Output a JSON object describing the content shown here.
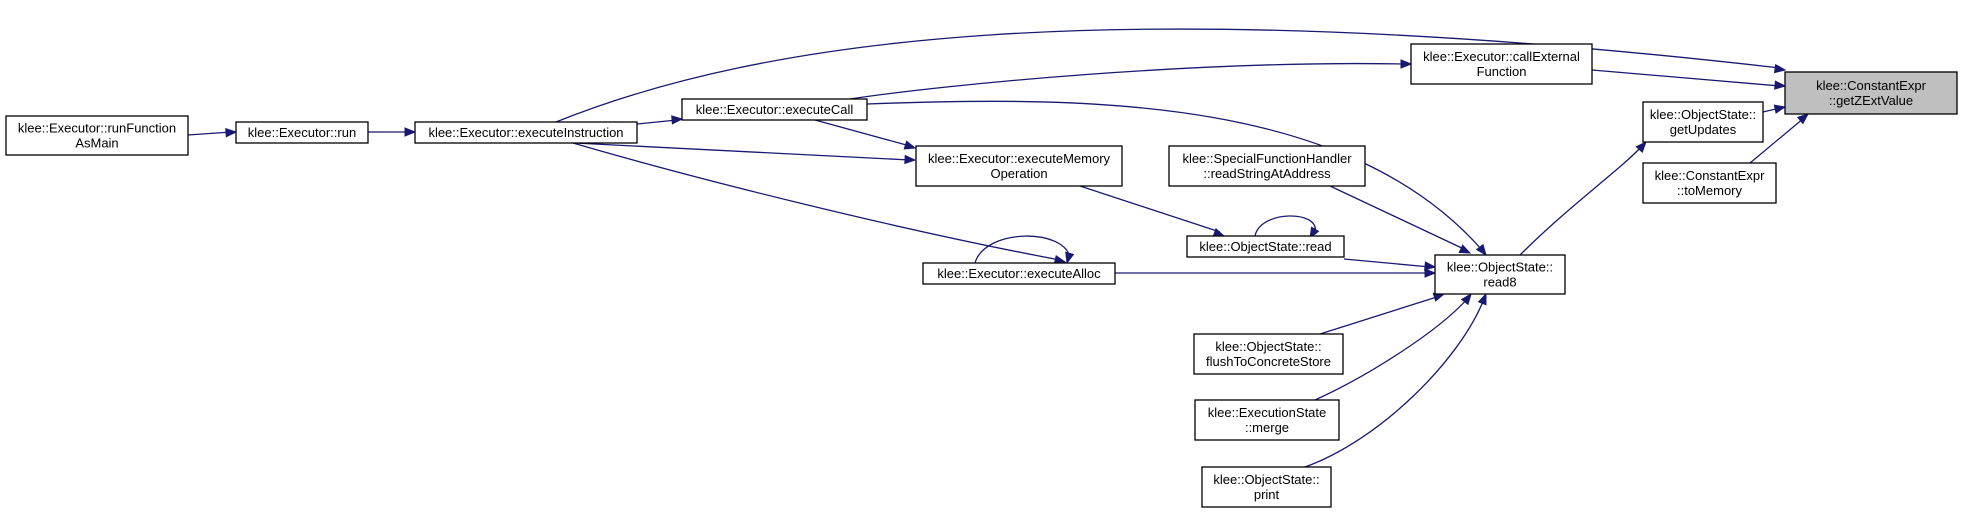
{
  "nodes": [
    {
      "id": "root",
      "lines": [
        "klee::ConstantExpr",
        "::getZExtValue"
      ],
      "root": true
    },
    {
      "id": "callExt",
      "lines": [
        "klee::Executor::callExternal",
        "Function"
      ]
    },
    {
      "id": "getUpdates",
      "lines": [
        "klee::ObjectState::",
        "getUpdates"
      ]
    },
    {
      "id": "toMemory",
      "lines": [
        "klee::ConstantExpr",
        "::toMemory"
      ]
    },
    {
      "id": "execCall",
      "lines": [
        "klee::Executor::executeCall"
      ]
    },
    {
      "id": "execInstr",
      "lines": [
        "klee::Executor::executeInstruction"
      ]
    },
    {
      "id": "run",
      "lines": [
        "klee::Executor::run"
      ]
    },
    {
      "id": "runMain",
      "lines": [
        "klee::Executor::runFunction",
        "AsMain"
      ]
    },
    {
      "id": "read8",
      "lines": [
        "klee::ObjectState::",
        "read8"
      ]
    },
    {
      "id": "execMem",
      "lines": [
        "klee::Executor::executeMemory",
        "Operation"
      ]
    },
    {
      "id": "readString",
      "lines": [
        "klee::SpecialFunctionHandler",
        "::readStringAtAddress"
      ]
    },
    {
      "id": "read",
      "lines": [
        "klee::ObjectState::read"
      ]
    },
    {
      "id": "execAlloc",
      "lines": [
        "klee::Executor::executeAlloc"
      ]
    },
    {
      "id": "flush",
      "lines": [
        "klee::ObjectState::",
        "flushToConcreteStore"
      ]
    },
    {
      "id": "merge",
      "lines": [
        "klee::ExecutionState",
        "::merge"
      ]
    },
    {
      "id": "print",
      "lines": [
        "klee::ObjectState::",
        "print"
      ]
    }
  ],
  "edges": [
    {
      "from": "execInstr",
      "to": "root"
    },
    {
      "from": "callExt",
      "to": "root"
    },
    {
      "from": "getUpdates",
      "to": "root"
    },
    {
      "from": "toMemory",
      "to": "root"
    },
    {
      "from": "execCall",
      "to": "callExt"
    },
    {
      "from": "read8",
      "to": "getUpdates"
    },
    {
      "from": "execInstr",
      "to": "execCall"
    },
    {
      "from": "run",
      "to": "execInstr"
    },
    {
      "from": "runMain",
      "to": "run"
    },
    {
      "from": "execCall",
      "to": "read8"
    },
    {
      "from": "execCall",
      "to": "execMem"
    },
    {
      "from": "execInstr",
      "to": "execMem"
    },
    {
      "from": "execInstr",
      "to": "execAlloc"
    },
    {
      "from": "execAlloc",
      "to": "execAlloc"
    },
    {
      "from": "execMem",
      "to": "read"
    },
    {
      "from": "read",
      "to": "read"
    },
    {
      "from": "read",
      "to": "read8"
    },
    {
      "from": "readString",
      "to": "read8"
    },
    {
      "from": "execAlloc",
      "to": "read8"
    },
    {
      "from": "flush",
      "to": "read8"
    },
    {
      "from": "merge",
      "to": "read8"
    },
    {
      "from": "print",
      "to": "read8"
    }
  ],
  "colors": {
    "edge": "#191970",
    "root_fill": "#bfbfbf",
    "node_fill": "#ffffff",
    "node_border": "#000000"
  }
}
